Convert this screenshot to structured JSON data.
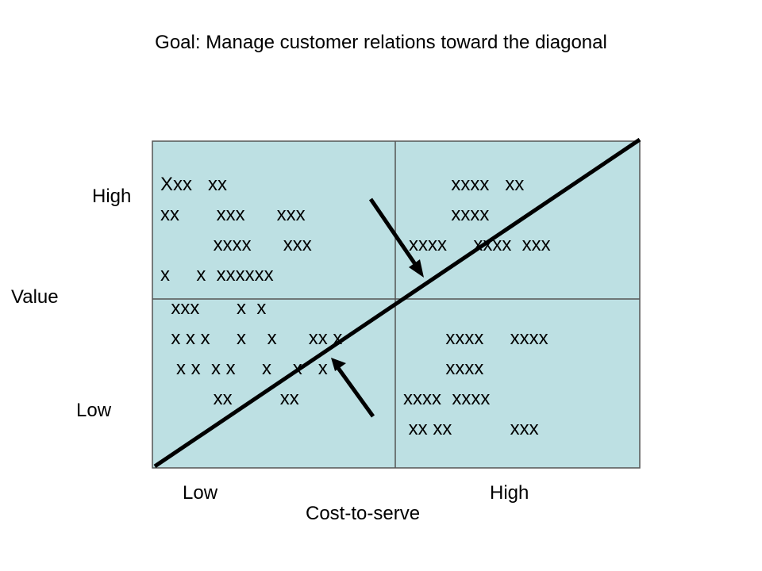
{
  "title": "Goal: Manage customer relations toward the diagonal",
  "y_axis": {
    "label": "Value",
    "high": "High",
    "low": "Low"
  },
  "x_axis": {
    "label": "Cost-to-serve",
    "low": "Low",
    "high": "High"
  },
  "quadrant_fill": "#bde0e3",
  "quadrants": {
    "top_left": [
      "Xxx   xx",
      "xx       xxx      xxx",
      "          xxxx      xxx",
      "x     x  xxxxxx"
    ],
    "bottom_left": [
      "  xxx       x  x",
      "  x x x     x    x      xx x",
      "   x x  x x     x    x   x",
      "          xx         xx"
    ],
    "top_right": [
      "        xxxx   xx",
      "        xxxx",
      "xxxx     xxxx  xxx"
    ],
    "bottom_right": [
      "        xxxx     xxxx",
      "        xxxx",
      "xxxx  xxxx",
      " xx xx           xxx"
    ]
  }
}
